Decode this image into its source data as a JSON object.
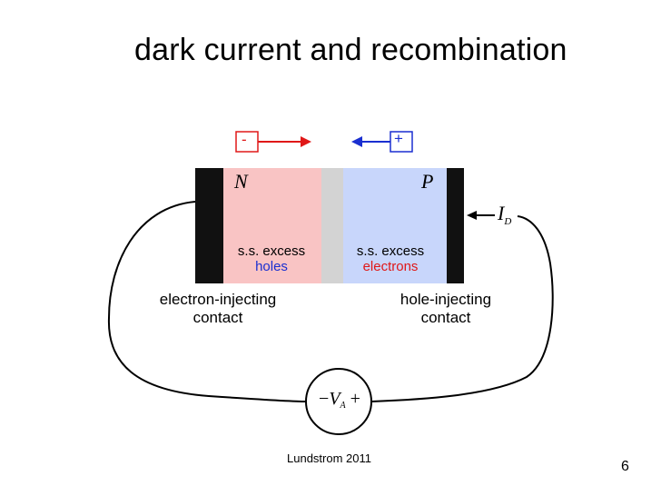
{
  "title": "dark current and recombination",
  "signs": {
    "minus": "-",
    "plus": "+"
  },
  "regions": {
    "n_label": "N",
    "p_label": "P",
    "n_excess_line1": "s.s. excess",
    "n_excess_line2": "holes",
    "p_excess_line1": "s.s. excess",
    "p_excess_line2": "electrons"
  },
  "contacts": {
    "left_line1": "electron-injecting",
    "left_line2": "contact",
    "right_line1": "hole-injecting",
    "right_line2": "contact"
  },
  "current_label": {
    "main": "I",
    "sub": "D"
  },
  "source_label": {
    "minus": "−",
    "main": "V",
    "sub": "A",
    "plus": "+"
  },
  "footer": "Lundstrom 2011",
  "page_number": "6",
  "colors": {
    "n_region": "#f9c4c4",
    "p_region": "#c8d6fb",
    "junction": "#d3d3d3",
    "contact": "#111111",
    "red": "#e01818",
    "blue": "#1a2fd0"
  }
}
